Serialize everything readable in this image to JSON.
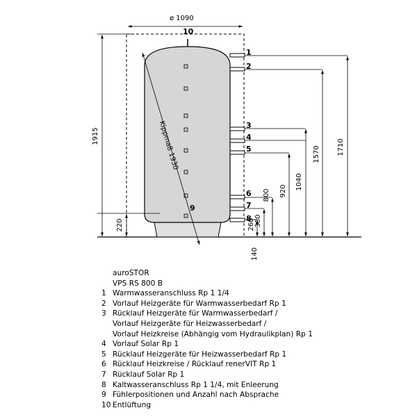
{
  "diagram": {
    "width_label": "ø 1090",
    "heights": {
      "h1915": "1915",
      "h1710": "1710",
      "h1570": "1570",
      "h1040": "1040",
      "h920": "920",
      "h800": "800",
      "h380": "380",
      "h260": "260",
      "h140": "140",
      "h220": "220"
    },
    "tilt_label": "Kippmaß 1930",
    "connections": [
      "1",
      "2",
      "3",
      "4",
      "5",
      "6",
      "7",
      "8"
    ],
    "vent_number": "10",
    "sensor_number": "9"
  },
  "legend": {
    "product": "auroSTOR",
    "model": "VPS RS 800 B",
    "items": [
      {
        "num": "1",
        "lines": [
          "Warmwasseranschluss Rp 1 1/4"
        ]
      },
      {
        "num": "2",
        "lines": [
          "Vorlauf Heizgeräte für Warmwasserbedarf Rp 1"
        ]
      },
      {
        "num": "3",
        "lines": [
          "Rücklauf Heizgeräte für Warmwasserbedarf /",
          "Vorlauf Heizgeräte für Heizwasserbedarf /",
          "Vorlauf Heizkreise (Abhängig vom Hydraulikplan) Rp 1"
        ]
      },
      {
        "num": "4",
        "lines": [
          "Vorlauf Solar Rp 1"
        ]
      },
      {
        "num": "5",
        "lines": [
          "Rücklauf Heizgeräte für Heizwasserbedarf Rp 1"
        ]
      },
      {
        "num": "6",
        "lines": [
          "Rücklauf Heizkreise / Rücklauf renerVIT Rp 1"
        ]
      },
      {
        "num": "7",
        "lines": [
          "Rücklauf Solar Rp 1"
        ]
      },
      {
        "num": "8",
        "lines": [
          "Kaltwasseranschluss Rp 1 1/4, mit Enleerung"
        ]
      },
      {
        "num": "9",
        "lines": [
          "Fühlerpositionen und Anzahl nach Absprache"
        ]
      },
      {
        "num": "10",
        "lines": [
          "Entlüftung"
        ]
      }
    ]
  }
}
